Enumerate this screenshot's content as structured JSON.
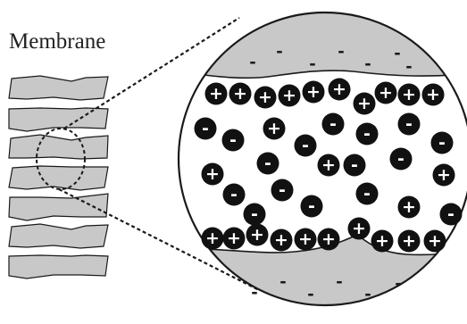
{
  "title": "Membrane",
  "colors": {
    "membrane_fill": "#c8c8c8",
    "outline": "#1a1a1a",
    "ion_fill": "#111111",
    "ion_sign": "#ffffff",
    "background": "#ffffff"
  },
  "symbols": {
    "positive": "+",
    "negative": "-"
  },
  "layers": [
    {
      "name": "membrane-layer-1"
    },
    {
      "name": "membrane-layer-2"
    },
    {
      "name": "membrane-layer-3"
    },
    {
      "name": "membrane-layer-4"
    },
    {
      "name": "membrane-layer-5"
    },
    {
      "name": "membrane-layer-6"
    },
    {
      "name": "membrane-layer-7"
    }
  ]
}
